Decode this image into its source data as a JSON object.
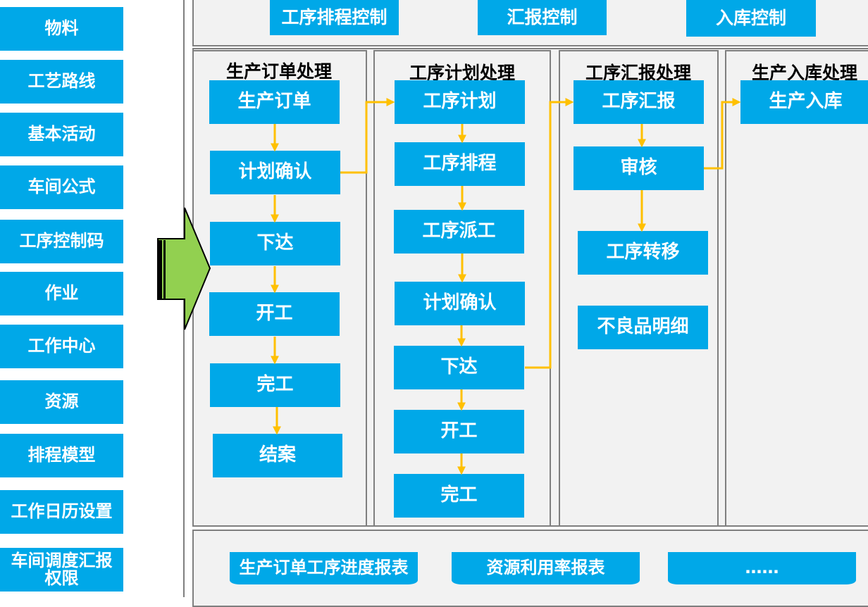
{
  "sidebar": {
    "items": [
      "物料",
      "工艺路线",
      "基本活动",
      "车间公式",
      "工序控制码",
      "作业",
      "工作中心",
      "资源",
      "排程模型",
      "工作日历设置",
      "车间调度汇报权限"
    ]
  },
  "controls": [
    "工序排程控制",
    "汇报控制",
    "入库控制"
  ],
  "columns": [
    {
      "title": "生产订单处理",
      "items": [
        "生产订单",
        "计划确认",
        "下达",
        "开工",
        "完工",
        "结案"
      ]
    },
    {
      "title": "工序计划处理",
      "items": [
        "工序计划",
        "工序排程",
        "工序派工",
        "计划确认",
        "下达",
        "开工",
        "完工"
      ]
    },
    {
      "title": "工序汇报处理",
      "items": [
        "工序汇报",
        "审核",
        "工序转移",
        "不良品明细"
      ]
    },
    {
      "title": "生产入库处理",
      "items": [
        "生产入库"
      ]
    }
  ],
  "reports": [
    "生产订单工序进度报表",
    "资源利用率报表",
    "……"
  ],
  "colors": {
    "box": "#00a8e8",
    "arrow": "#ffc000",
    "big_arrow": "#92d050",
    "panel": "#f2f2f2",
    "border": "#7f7f7f"
  }
}
